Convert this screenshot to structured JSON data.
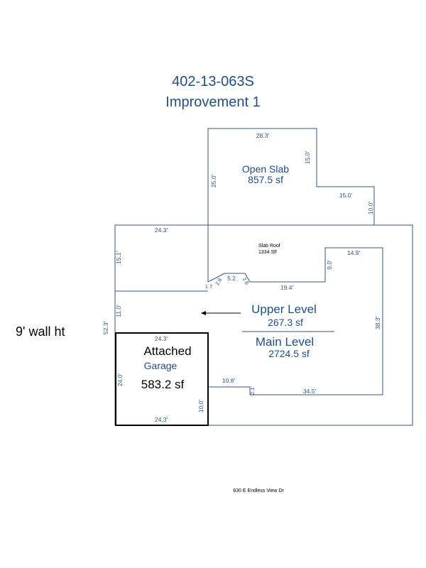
{
  "header": {
    "parcel_id": "402-13-063S",
    "improvement": "Improvement 1"
  },
  "wall_height": "9' wall ht",
  "address": "630 E Endless View Dr",
  "areas": {
    "open_slab": {
      "name": "Open Slab",
      "size": "857.5 sf"
    },
    "slab_roof": {
      "name": "Slab Roof",
      "size": "1334 SF"
    },
    "upper_level": {
      "name": "Upper Level",
      "size": "267.3 sf"
    },
    "main_level": {
      "name": "Main Level",
      "size": "2724.5 sf"
    },
    "garage": {
      "name_line1": "Attached",
      "name_line2": "Garage",
      "size": "583.2 sf"
    }
  },
  "dimensions": {
    "open_top": "28.3'",
    "open_right_upper": "15.0'",
    "open_left": "25.0'",
    "open_right_step": "15.0'",
    "open_right_lower": "10.0'",
    "main_top_left": "24.3'",
    "main_left_upper": "15.1'",
    "main_left_mid": "11.0'",
    "main_left_total": "52.3'",
    "slab_right_top": "14.9'",
    "slab_right_side": "9.0'",
    "slab_bottom": "19.4'",
    "slab_notch_a": "1.7",
    "slab_notch_b": "2.8",
    "slab_notch_top": "5.2",
    "slab_notch_c": "2.8",
    "main_right_side": "38.3'",
    "main_bottom_right": "34.5'",
    "main_notch_step": "10.8'",
    "main_notch_small": "2.1'",
    "garage_top": "24.3'",
    "garage_left": "24.0'",
    "garage_right": "10.0'",
    "garage_bottom": "24.3'"
  }
}
